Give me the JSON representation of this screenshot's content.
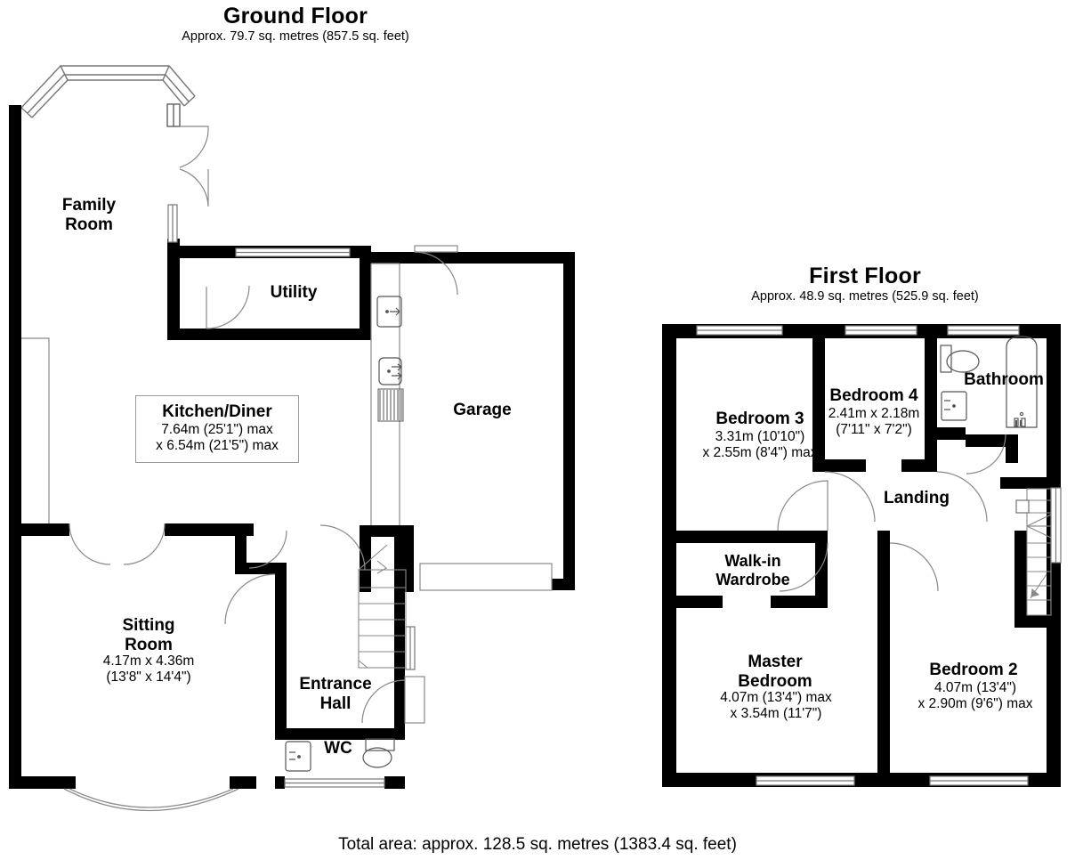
{
  "document": {
    "type": "floor-plan",
    "total_area_text": "Total area: approx. 128.5 sq. metres (1383.4 sq. feet)"
  },
  "ground_floor": {
    "title": "Ground Floor",
    "subtitle": "Approx. 79.7 sq. metres (857.5 sq. feet)",
    "rooms": [
      {
        "name": "Family\nRoom",
        "dims": ""
      },
      {
        "name": "Utility",
        "dims": ""
      },
      {
        "name": "Kitchen/Diner",
        "dims": "7.64m (25'1\") max\nx 6.54m (21'5\") max"
      },
      {
        "name": "Garage",
        "dims": ""
      },
      {
        "name": "Sitting\nRoom",
        "dims": "4.17m x 4.36m\n(13'8\" x 14'4\")"
      },
      {
        "name": "Entrance\nHall",
        "dims": ""
      },
      {
        "name": "WC",
        "dims": ""
      }
    ]
  },
  "first_floor": {
    "title": "First Floor",
    "subtitle": "Approx. 48.9 sq. metres (525.9 sq. feet)",
    "rooms": [
      {
        "name": "Bedroom 3",
        "dims": "3.31m (10'10\")\nx 2.55m (8'4\") max"
      },
      {
        "name": "Bedroom 4",
        "dims": "2.41m x 2.18m\n(7'11\" x 7'2\")"
      },
      {
        "name": "Bathroom",
        "dims": ""
      },
      {
        "name": "Landing",
        "dims": ""
      },
      {
        "name": "Walk-in\nWardrobe",
        "dims": ""
      },
      {
        "name": "Master\nBedroom",
        "dims": "4.07m (13'4\") max\nx 3.54m (11'7\")"
      },
      {
        "name": "Bedroom 2",
        "dims": "4.07m (13'4\")\nx 2.90m (9'6\") max"
      }
    ]
  },
  "colors": {
    "wall": "#000000",
    "thin_line": "#8a8a8a",
    "background": "#ffffff",
    "text": "#000000"
  }
}
